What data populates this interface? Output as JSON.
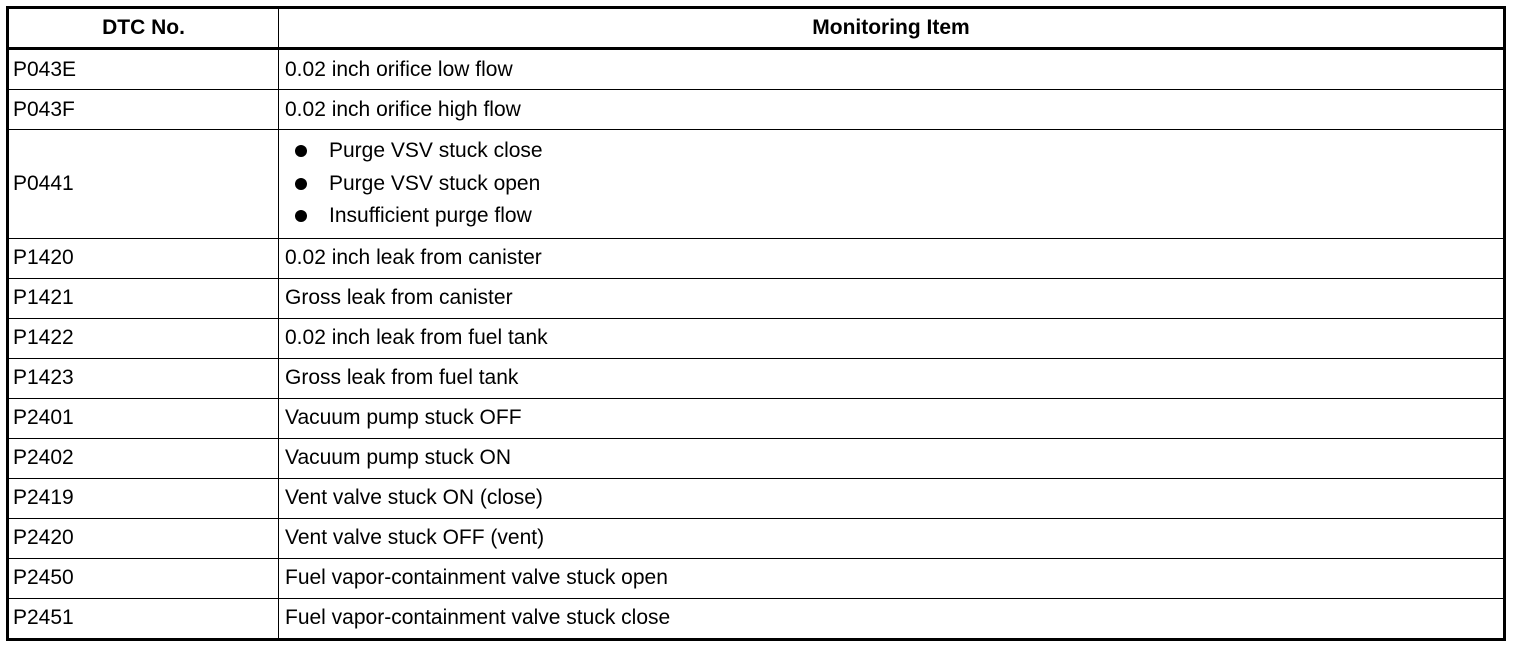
{
  "table": {
    "headers": {
      "code": "DTC No.",
      "item": "Monitoring Item"
    },
    "rows": [
      {
        "code": "P043E",
        "item": "0.02 inch orifice low flow"
      },
      {
        "code": "P043F",
        "item": "0.02 inch orifice high flow"
      },
      {
        "code": "P0441",
        "bullets": [
          "Purge VSV stuck close",
          "Purge VSV stuck open",
          "Insufficient purge flow"
        ]
      },
      {
        "code": "P1420",
        "item": "0.02 inch leak from canister"
      },
      {
        "code": "P1421",
        "item": "Gross leak from canister"
      },
      {
        "code": "P1422",
        "item": "0.02 inch leak from fuel tank"
      },
      {
        "code": "P1423",
        "item": "Gross leak from fuel tank"
      },
      {
        "code": "P2401",
        "item": "Vacuum pump stuck OFF"
      },
      {
        "code": "P2402",
        "item": "Vacuum pump stuck ON"
      },
      {
        "code": "P2419",
        "item": "Vent valve stuck ON (close)"
      },
      {
        "code": "P2420",
        "item": "Vent valve stuck OFF (vent)"
      },
      {
        "code": "P2450",
        "item": "Fuel vapor-containment valve stuck open"
      },
      {
        "code": "P2451",
        "item": "Fuel vapor-containment valve stuck close"
      }
    ]
  }
}
